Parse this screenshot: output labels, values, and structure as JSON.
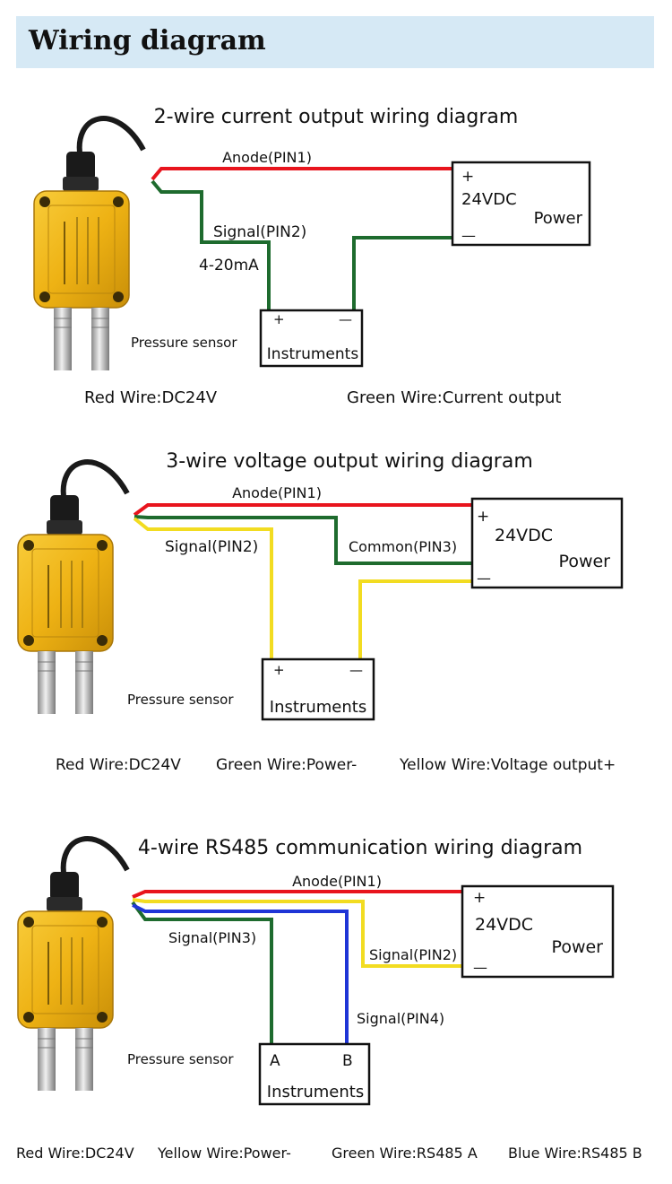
{
  "header": {
    "title": "Wiring diagram"
  },
  "colors": {
    "red": "#e8141d",
    "green": "#1e6b2e",
    "yellow": "#f2dc21",
    "blue": "#1f35d6",
    "header_bg": "#d6e9f5",
    "sensor_body": "#f1b819"
  },
  "sensor_label": "Pressure sensor",
  "diagrams": [
    {
      "title": "2-wire current output wiring diagram",
      "labels": {
        "anode": "Anode(PIN1)",
        "signal": "Signal(PIN2)",
        "current": "4-20mA"
      },
      "power": {
        "plus": "+",
        "voltage": "24VDC",
        "label": "Power",
        "minus": "—"
      },
      "instruments": {
        "plus": "+",
        "minus": "—",
        "label": "Instruments"
      },
      "legend": [
        "Red Wire:DC24V",
        "Green Wire:Current output"
      ]
    },
    {
      "title": "3-wire voltage output wiring diagram",
      "labels": {
        "anode": "Anode(PIN1)",
        "signal": "Signal(PIN2)",
        "common": "Common(PIN3)"
      },
      "power": {
        "plus": "+",
        "voltage": "24VDC",
        "label": "Power",
        "minus": "—"
      },
      "instruments": {
        "plus": "+",
        "minus": "—",
        "label": "Instruments"
      },
      "legend": [
        "Red Wire:DC24V",
        "Green Wire:Power-",
        "Yellow Wire:Voltage output+"
      ]
    },
    {
      "title": "4-wire RS485 communication wiring diagram",
      "labels": {
        "anode": "Anode(PIN1)",
        "signal2": "Signal(PIN2)",
        "signal3": "Signal(PIN3)",
        "signal4": "Signal(PIN4)"
      },
      "power": {
        "plus": "+",
        "voltage": "24VDC",
        "label": "Power",
        "minus": "—"
      },
      "instruments": {
        "a": "A",
        "b": "B",
        "label": "Instruments"
      },
      "legend": [
        "Red Wire:DC24V",
        "Yellow Wire:Power-",
        "Green Wire:RS485 A",
        "Blue Wire:RS485 B"
      ]
    }
  ]
}
